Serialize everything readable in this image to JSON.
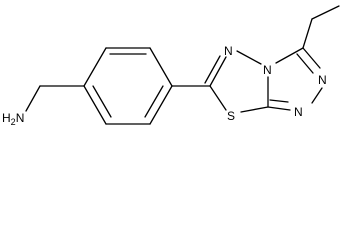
{
  "structure": {
    "background_color": "#ffffff",
    "line_color": "#000000",
    "atoms": {
      "amine": {
        "symbol": "H",
        "subscript": "2",
        "suffix": "N"
      },
      "thiadiazole_s": {
        "symbol": "S"
      },
      "thiadiazole_n": {
        "symbol": "N"
      },
      "bridge_n": {
        "symbol": "N"
      },
      "triazole_n_upper": {
        "symbol": "N"
      },
      "triazole_n_lower": {
        "symbol": "N"
      }
    }
  }
}
